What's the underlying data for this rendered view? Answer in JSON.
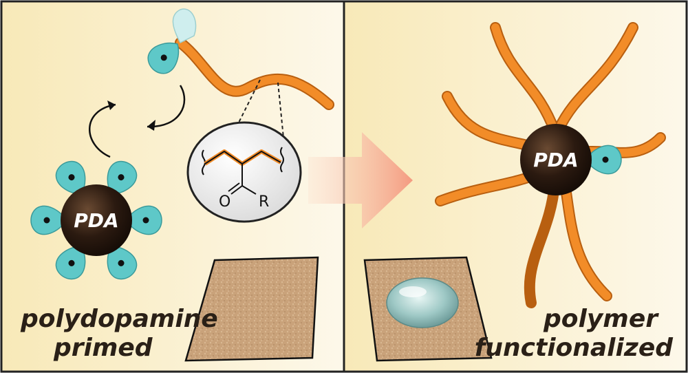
{
  "left_panel": {
    "core_label": "PDA",
    "caption_line1": "polydopamine",
    "caption_line2": "primed"
  },
  "inset": {
    "carbonyl_oxygen": "O",
    "side_group": "R"
  },
  "right_panel": {
    "core_label": "PDA",
    "caption_line1": "polymer",
    "caption_line2": "functionalized"
  },
  "colors": {
    "polymer_chain": "#f28c28",
    "anchor_group": "#5ec8c8",
    "pda_core": "#2b1a10",
    "arrow": "#f5a08a",
    "substrate": "#c9a27a",
    "background_gradient": "#fbf0c8"
  },
  "icons": [
    "catechol-anchor-icon",
    "pda-particle-icon",
    "polymer-chain-icon",
    "water-droplet-icon",
    "reaction-arrow-icon"
  ]
}
